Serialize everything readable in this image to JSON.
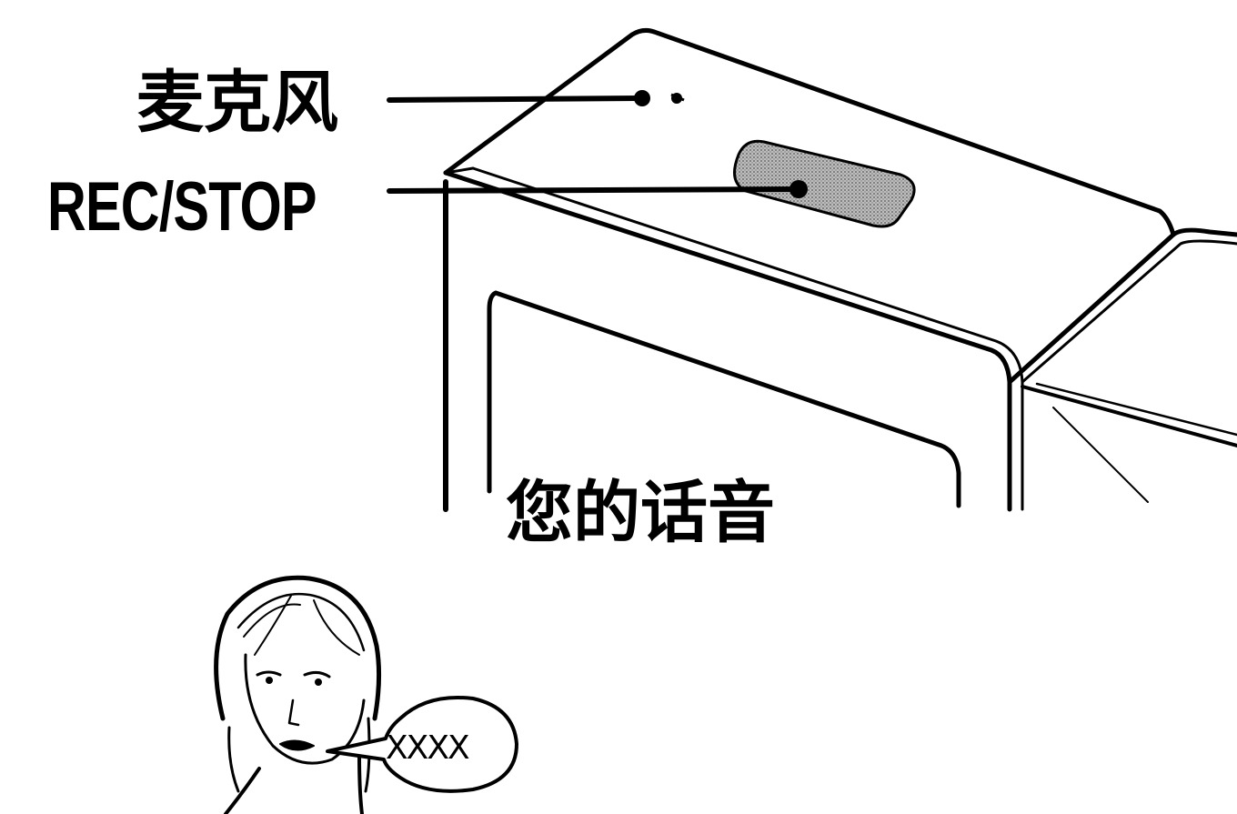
{
  "labels": {
    "microphone": "麦克风",
    "rec_stop": "REC/STOP",
    "your_voice": "您的话音",
    "speech_bubble": "XXXX"
  },
  "colors": {
    "line": "#000000",
    "button_fill": "#9a9a9a",
    "background": "#ffffff"
  },
  "icons": {
    "microphone_dot": "mic-hole-icon",
    "rec_stop_button": "rec-stop-button-icon",
    "person": "speaking-person-icon",
    "bubble": "speech-bubble-icon"
  }
}
